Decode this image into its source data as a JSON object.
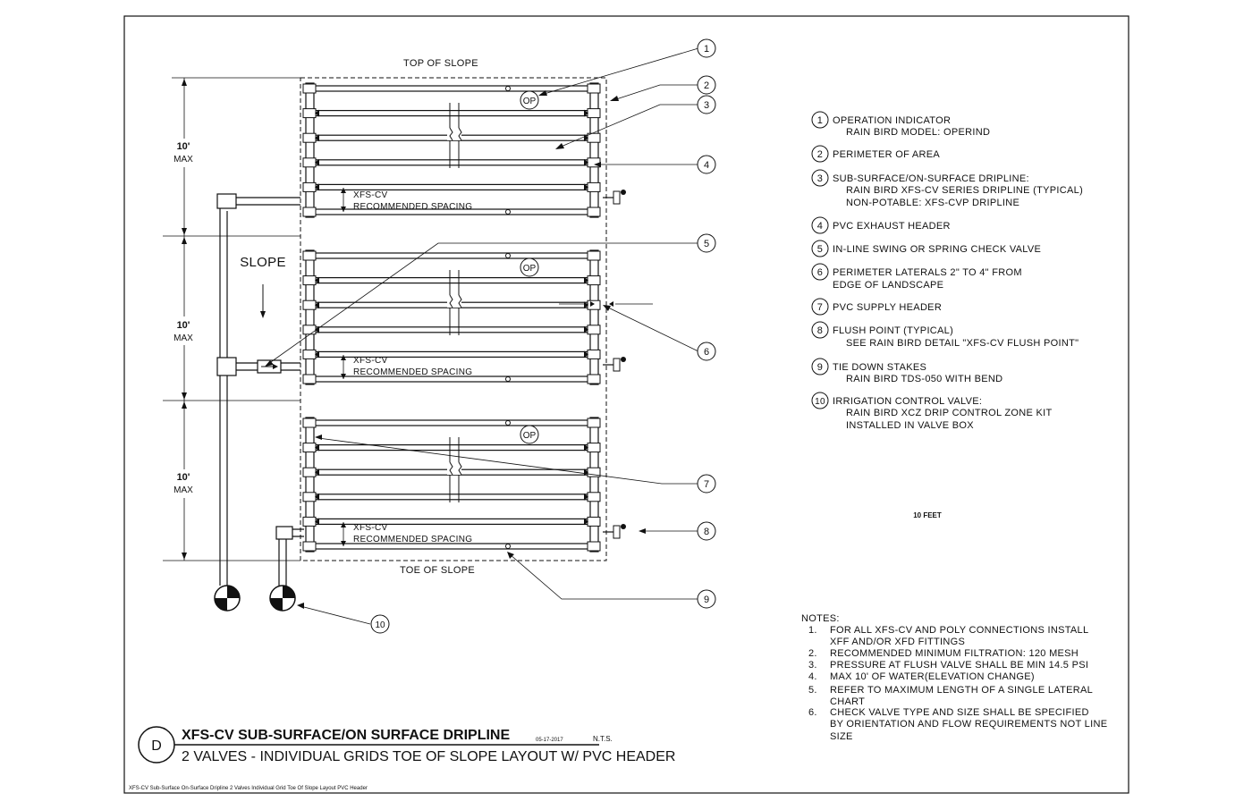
{
  "diagram": {
    "top_label": "TOP OF SLOPE",
    "toe_label": "TOE OF SLOPE",
    "slope_label": "SLOPE",
    "zones": [
      {
        "dim_value": "10'",
        "dim_unit": "MAX",
        "spacing_line1": "XFS-CV",
        "spacing_line2": "RECOMMENDED SPACING",
        "op_label": "OP"
      },
      {
        "dim_value": "10'",
        "dim_unit": "MAX",
        "spacing_line1": "XFS-CV",
        "spacing_line2": "RECOMMENDED SPACING",
        "op_label": "OP"
      },
      {
        "dim_value": "10'",
        "dim_unit": "MAX",
        "spacing_line1": "XFS-CV",
        "spacing_line2": "RECOMMENDED SPACING",
        "op_label": "OP"
      }
    ],
    "callouts": [
      "1",
      "2",
      "3",
      "4",
      "5",
      "6",
      "7",
      "8",
      "9",
      "10"
    ]
  },
  "legend": [
    {
      "num": "1",
      "lines": [
        "OPERATION INDICATOR",
        "RAIN BIRD MODEL: OPERIND"
      ]
    },
    {
      "num": "2",
      "lines": [
        "PERIMETER OF AREA"
      ]
    },
    {
      "num": "3",
      "lines": [
        "SUB-SURFACE/ON-SURFACE DRIPLINE:",
        "RAIN BIRD XFS-CV SERIES DRIPLINE (TYPICAL)",
        "NON-POTABLE: XFS-CVP DRIPLINE"
      ]
    },
    {
      "num": "4",
      "lines": [
        "PVC EXHAUST HEADER"
      ]
    },
    {
      "num": "5",
      "lines": [
        "IN-LINE SWING OR SPRING CHECK VALVE"
      ]
    },
    {
      "num": "6",
      "lines": [
        "PERIMETER LATERALS 2\" TO 4\" FROM",
        "EDGE OF LANDSCAPE"
      ]
    },
    {
      "num": "7",
      "lines": [
        "PVC SUPPLY HEADER"
      ]
    },
    {
      "num": "8",
      "lines": [
        "FLUSH POINT (TYPICAL)",
        "SEE RAIN BIRD DETAIL \"XFS-CV FLUSH POINT\""
      ]
    },
    {
      "num": "9",
      "lines": [
        "TIE DOWN STAKES",
        "RAIN BIRD TDS-050 WITH BEND"
      ]
    },
    {
      "num": "10",
      "lines": [
        "IRRIGATION CONTROL VALVE:",
        "RAIN BIRD XCZ DRIP CONTROL ZONE KIT",
        "INSTALLED IN VALVE BOX"
      ]
    }
  ],
  "scale_label": "10 FEET",
  "notes": {
    "heading": "NOTES:",
    "items": [
      {
        "num": "1.",
        "lines": [
          "FOR ALL XFS-CV AND POLY CONNECTIONS INSTALL",
          "XFF AND/OR XFD FITTINGS"
        ]
      },
      {
        "num": "2.",
        "lines": [
          "RECOMMENDED MINIMUM FILTRATION: 120 MESH"
        ]
      },
      {
        "num": "3.",
        "lines": [
          "PRESSURE AT FLUSH VALVE SHALL BE MIN 14.5 PSI"
        ]
      },
      {
        "num": "4.",
        "lines": [
          "MAX 10' OF WATER(ELEVATION CHANGE)"
        ]
      },
      {
        "num": "5.",
        "lines": [
          "REFER TO MAXIMUM LENGTH OF A SINGLE LATERAL",
          "CHART"
        ]
      },
      {
        "num": "6.",
        "lines": [
          "CHECK VALVE TYPE AND SIZE SHALL BE SPECIFIED",
          "BY ORIENTATION AND FLOW REQUIREMENTS NOT LINE",
          "SIZE"
        ]
      }
    ]
  },
  "title_block": {
    "detail_letter": "D",
    "title_line1": "XFS-CV SUB-SURFACE/ON SURFACE DRIPLINE",
    "date": "05-17-2017",
    "nts": "N.T.S.",
    "title_line2": "2 VALVES - INDIVIDUAL GRIDS TOE OF SLOPE LAYOUT W/ PVC HEADER"
  },
  "file_caption": "XFS-CV Sub-Surface On-Surface Dripline 2 Valves Individual Grid Toe Of Slope Layout PVC Header"
}
